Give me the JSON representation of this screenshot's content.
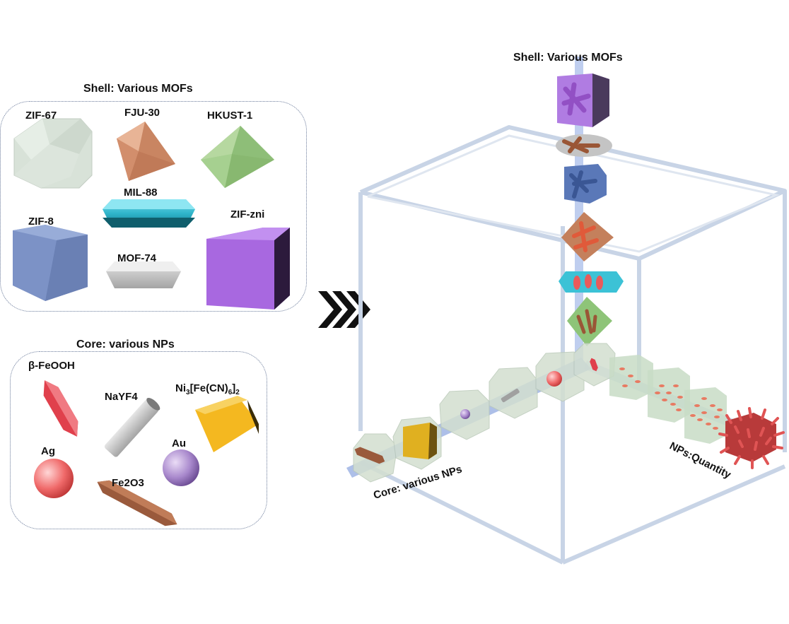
{
  "shell_panel": {
    "title": "Shell: Various MOFs",
    "items": [
      "ZIF-67",
      "FJU-30",
      "HKUST-1",
      "MIL-88",
      "ZIF-8",
      "ZIF-zni",
      "MOF-74"
    ]
  },
  "core_panel": {
    "title": "Core: various NPs",
    "items": [
      "β-FeOOH",
      "NaYF4",
      "Ag",
      "Au",
      "Fe2O3"
    ],
    "ni_label": {
      "base": "Ni",
      "sub1": "3",
      "mid": "[Fe(CN)",
      "sub2": "6",
      "end": "]",
      "sub3": "2"
    }
  },
  "cube": {
    "vertical_axis_label": "Shell: Various MOFs",
    "core_axis_label": "Core: various NPs",
    "quantity_axis_label": "NPs:Quantity"
  },
  "colors": {
    "zif67": "#d6e0d6",
    "fju30": "#d89470",
    "hkust1": "#9cc884",
    "mil88": "#3fbcd0",
    "zif8": "#7c92c6",
    "zifzni": "#a868e0",
    "mof74": "#c8c8c8",
    "feooh": "#e0404c",
    "nayf4": "#a8a8a8",
    "ni_pba": "#f4b820",
    "ag": "#f06a6a",
    "au": "#a888cc",
    "fe2o3": "#9a5a3c"
  }
}
